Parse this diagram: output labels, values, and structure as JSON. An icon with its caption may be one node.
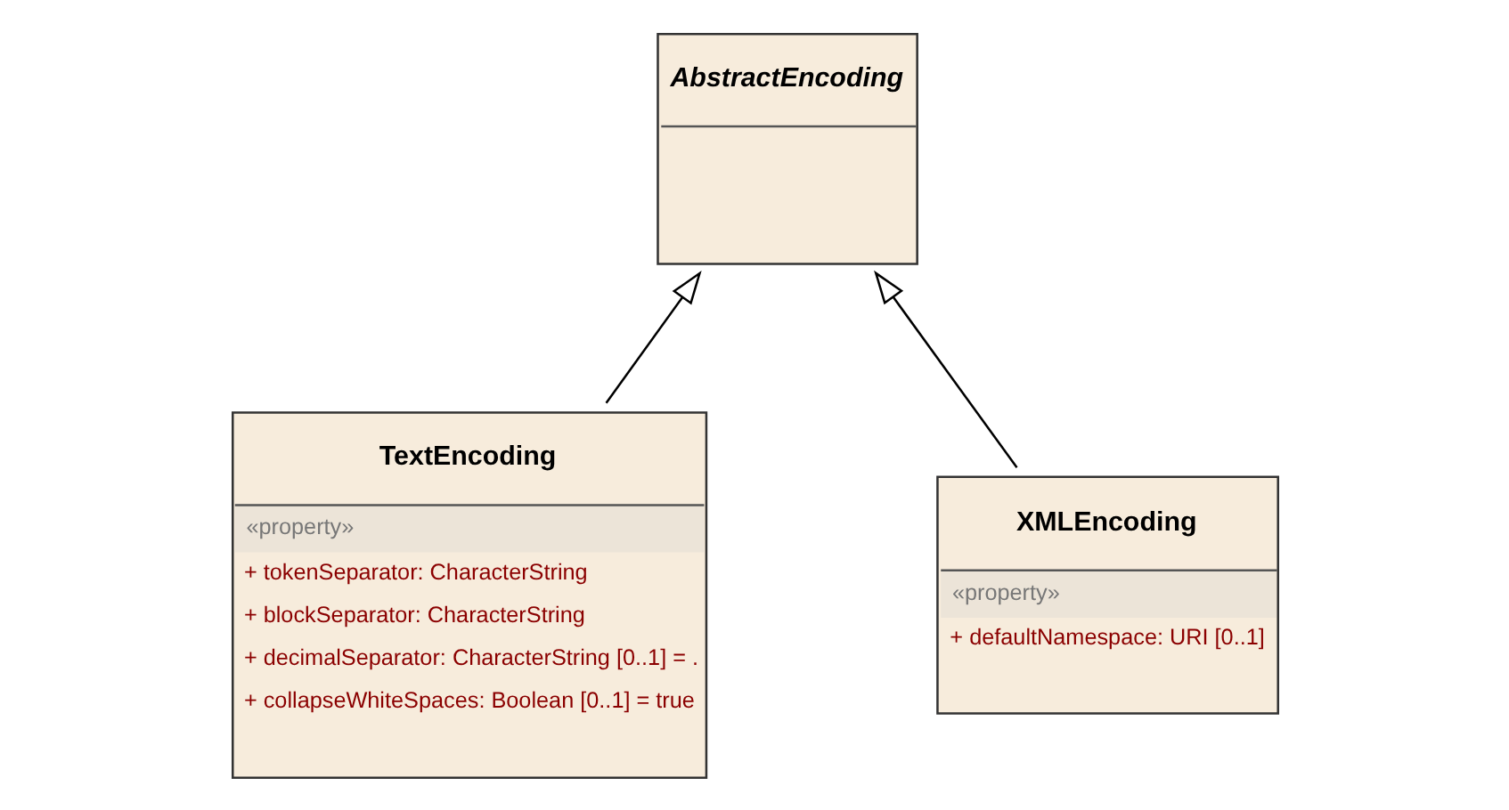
{
  "diagram": {
    "nodes": [
      {
        "text": [
          "AbstractEncoding"
        ]
      },
      {
        "text": [
          "TextEncoding",
          "«property»",
          "+ tokenSeparator: CharacterString",
          "+ blockSeparator: CharacterString",
          "+ decimalSeparator: CharacterString [0..1] = .",
          "+ collapseWhiteSpaces: Boolean [0..1] = true"
        ]
      },
      {
        "text": [
          "XMLEncoding",
          "«property»",
          "+ defaultNamespace: URI [0..1]"
        ]
      }
    ],
    "edges": [
      {
        "from": 1,
        "to": 0,
        "arrow": "to"
      },
      {
        "from": 2,
        "to": 0,
        "arrow": "to"
      }
    ]
  }
}
